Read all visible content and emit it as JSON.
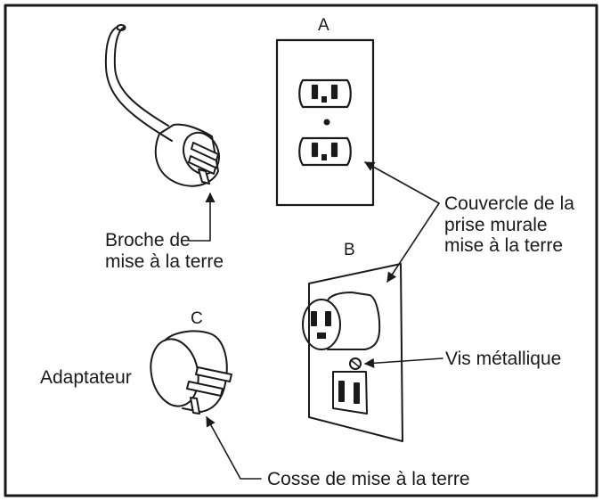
{
  "labels": {
    "letter_a": "A",
    "letter_b": "B",
    "letter_c": "C",
    "ground_pin": [
      "Broche de",
      "mise à la terre"
    ],
    "wall_cover": [
      "Couvercle de la",
      "prise murale",
      "mise à la terre"
    ],
    "metal_screw": "Vis métallique",
    "adapter": "Adaptateur",
    "ground_lug": "Cosse de mise à la terre"
  },
  "colors": {
    "ink": "#1a1a1a",
    "paper": "#ffffff"
  }
}
